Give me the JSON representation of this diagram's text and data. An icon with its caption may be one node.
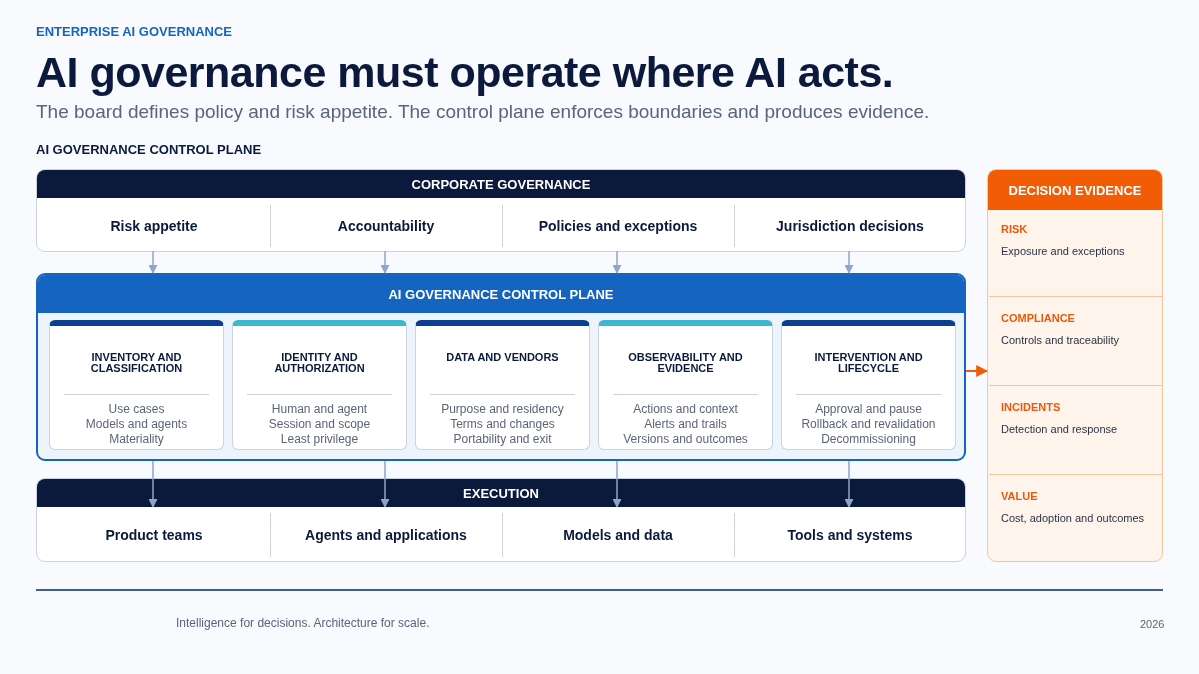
{
  "diagram": {
    "title": "AI governance must operate where AI acts.",
    "nodes": [
      {
        "text": [
          "CORPORATE GOVERNANCE"
        ]
      },
      {
        "text": [
          "Risk appetite"
        ],
        "in": 0
      },
      {
        "text": [
          "Accountability"
        ],
        "in": 0
      },
      {
        "text": [
          "Policies and exceptions"
        ],
        "in": 0
      },
      {
        "text": [
          "Jurisdiction decisions"
        ],
        "in": 0
      },
      {
        "text": [
          "AI GOVERNANCE CONTROL PLANE"
        ]
      },
      {
        "text": [
          "INVENTORY AND CLASSIFICATION",
          "Use cases",
          "Models and agents",
          "Materiality"
        ],
        "in": 5
      },
      {
        "text": [
          "IDENTITY AND AUTHORIZATION",
          "Human and agent",
          "Session and scope",
          "Least privilege"
        ],
        "in": 5
      },
      {
        "text": [
          "DATA AND VENDORS",
          "Purpose and residency",
          "Terms and changes",
          "Portability and exit"
        ],
        "in": 5
      },
      {
        "text": [
          "OBSERVABILITY AND EVIDENCE",
          "Actions and context",
          "Alerts and trails",
          "Versions and outcomes"
        ],
        "in": 5
      },
      {
        "text": [
          "INTERVENTION AND LIFECYCLE",
          "Approval and pause",
          "Rollback and revalidation",
          "Decommissioning"
        ],
        "in": 5
      },
      {
        "text": [
          "EXECUTION"
        ]
      },
      {
        "text": [
          "Product teams"
        ],
        "in": 11
      },
      {
        "text": [
          "Agents and applications"
        ],
        "in": 11
      },
      {
        "text": [
          "Models and data"
        ],
        "in": 11
      },
      {
        "text": [
          "Tools and systems"
        ],
        "in": 11
      },
      {
        "text": [
          "DECISION EVIDENCE"
        ]
      },
      {
        "text": [
          "RISK",
          "Exposure and exceptions"
        ],
        "in": 16
      },
      {
        "text": [
          "COMPLIANCE",
          "Controls and traceability"
        ],
        "in": 16
      },
      {
        "text": [
          "INCIDENTS",
          "Detection and response"
        ],
        "in": 16
      },
      {
        "text": [
          "VALUE",
          "Cost, adoption and outcomes"
        ],
        "in": 16
      }
    ],
    "edges": [
      {
        "from": 1,
        "to": 5,
        "arrow": "to"
      },
      {
        "from": 2,
        "to": 5,
        "arrow": "to"
      },
      {
        "from": 3,
        "to": 5,
        "arrow": "to"
      },
      {
        "from": 4,
        "to": 5,
        "arrow": "to"
      },
      {
        "from": 5,
        "to": 12,
        "arrow": "to"
      },
      {
        "from": 5,
        "to": 13,
        "arrow": "to"
      },
      {
        "from": 5,
        "to": 14,
        "arrow": "to"
      },
      {
        "from": 5,
        "to": 15,
        "arrow": "to"
      },
      {
        "from": 5,
        "to": 16,
        "arrow": "to",
        "color": "#f25c05"
      }
    ],
    "labels": [
      "ENTERPRISE AI GOVERNANCE",
      "The board defines policy and risk appetite. The control plane enforces boundaries and produces evidence.",
      "AI GOVERNANCE CONTROL PLANE",
      "Intelligence for decisions. Architecture for scale.",
      "2026"
    ]
  }
}
